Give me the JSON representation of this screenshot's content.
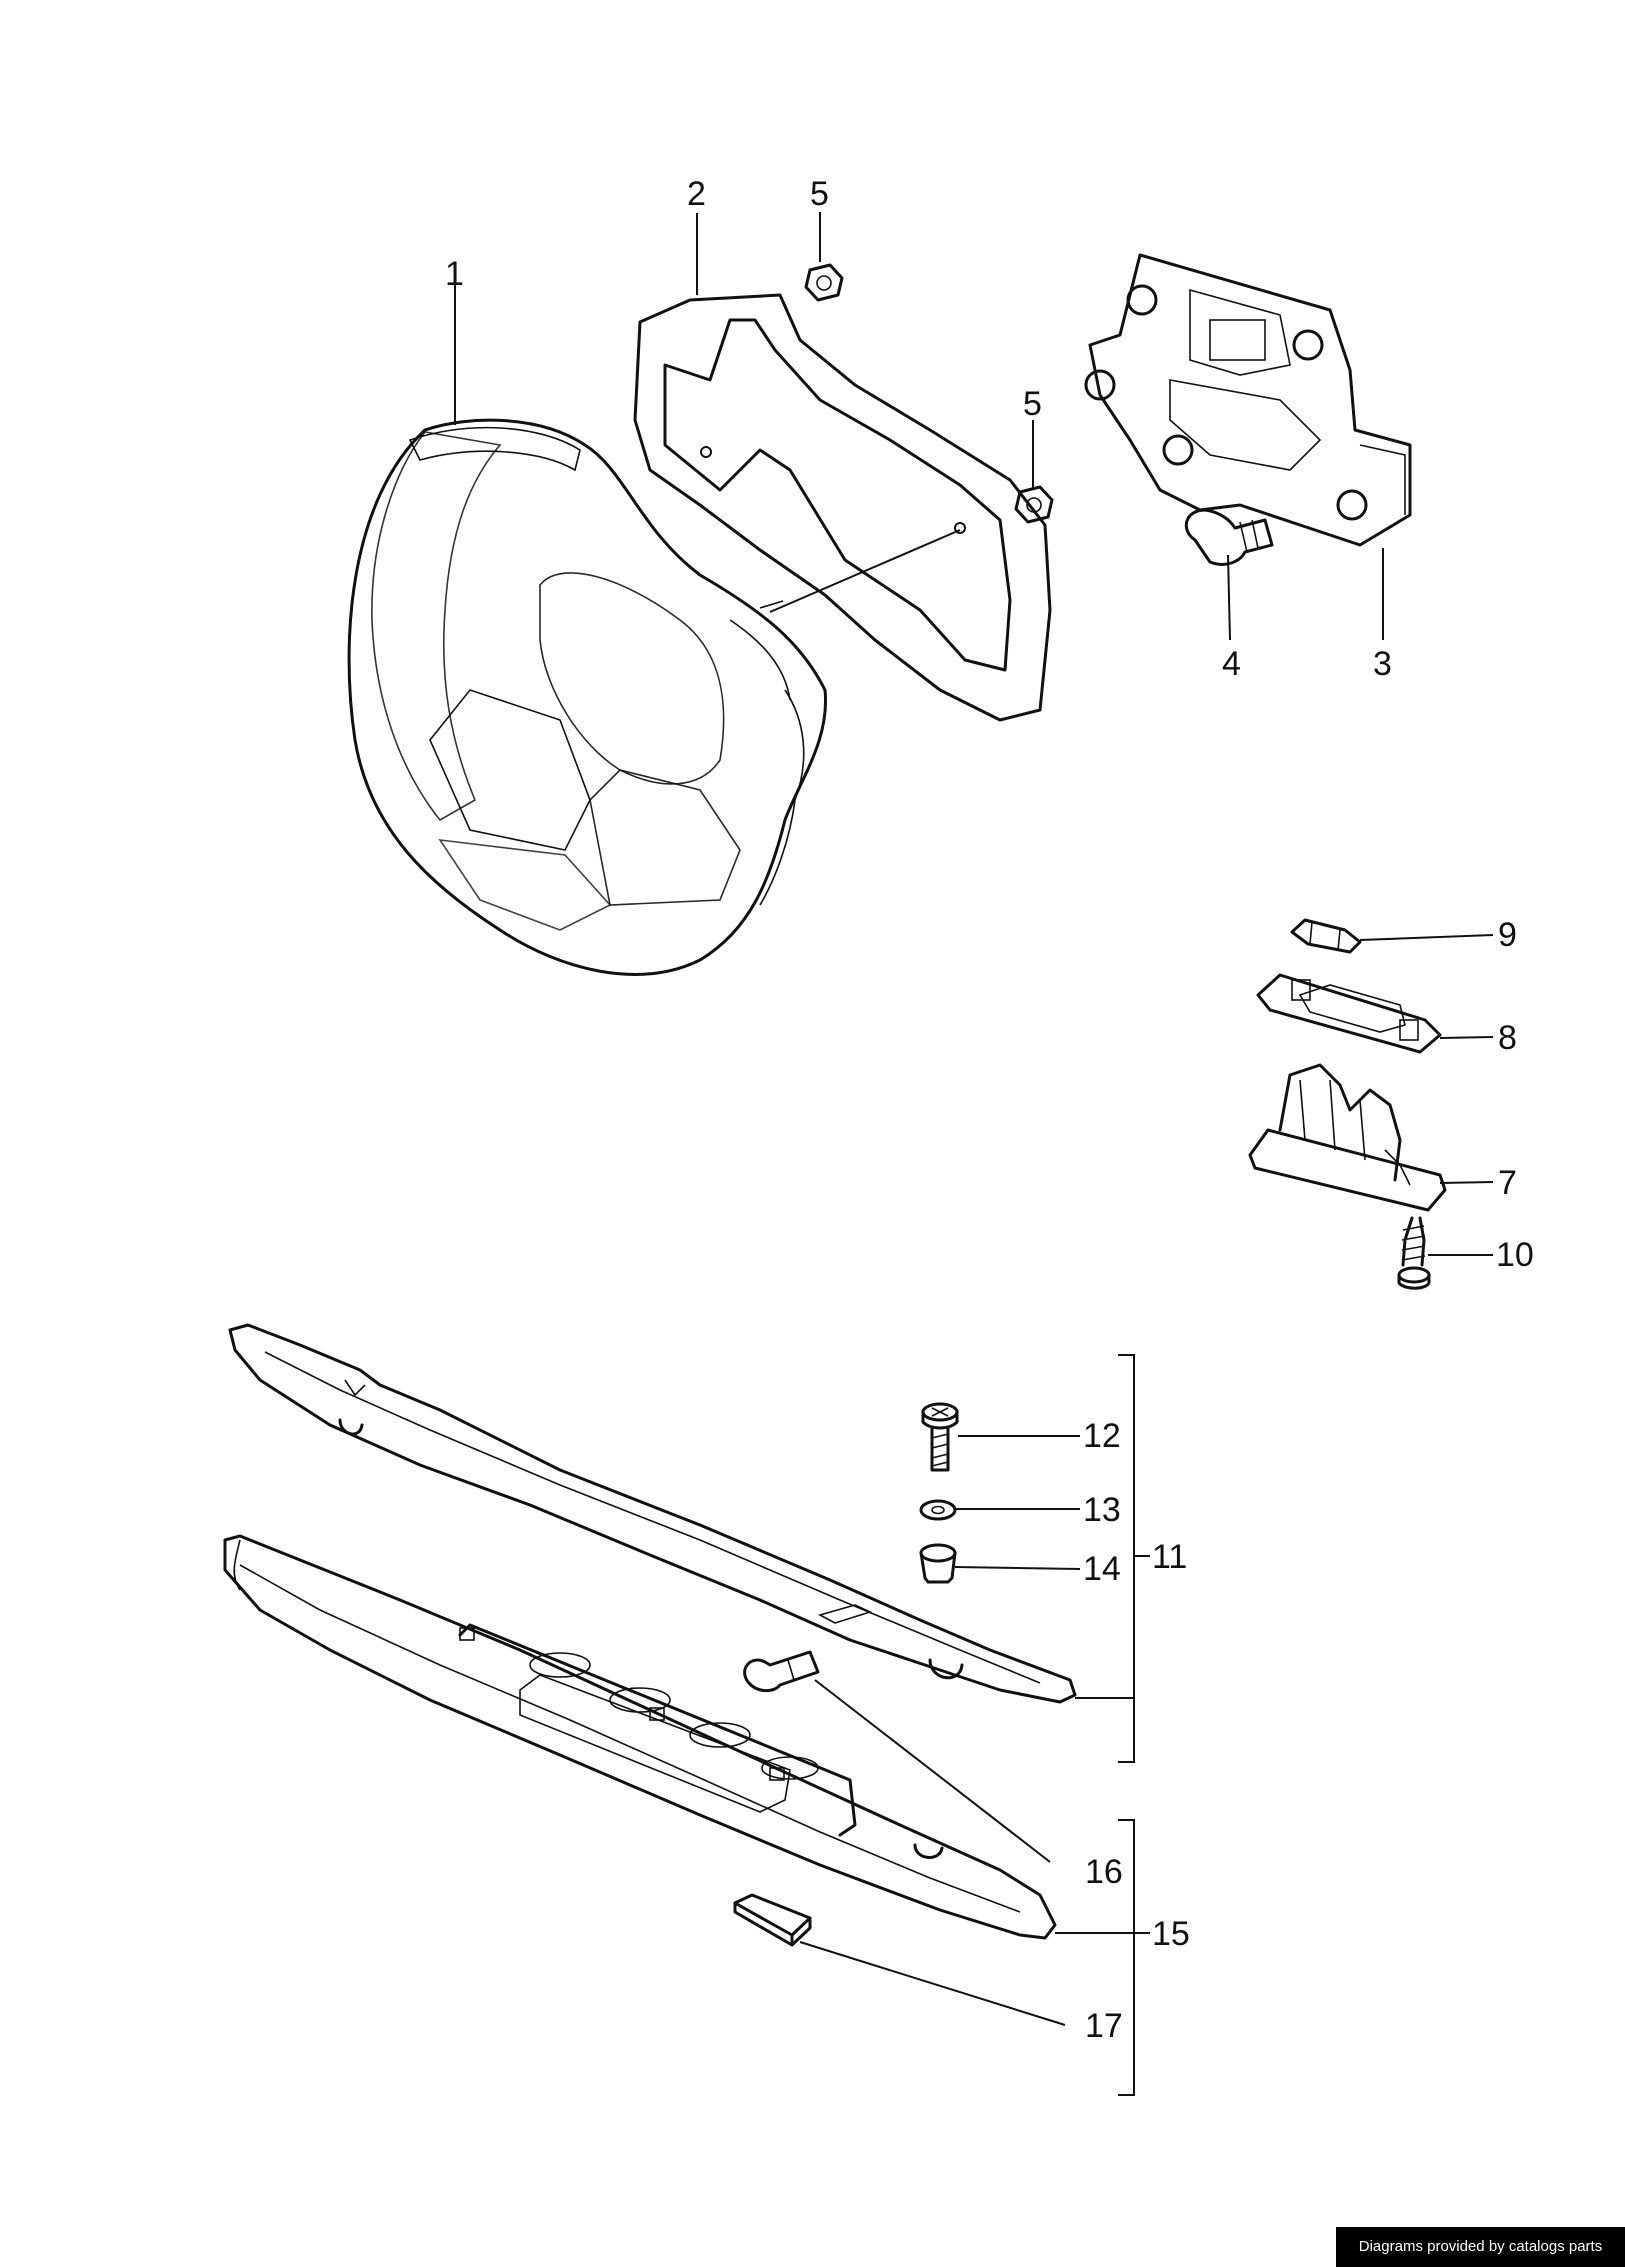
{
  "callouts": {
    "c1": "1",
    "c2": "2",
    "c3": "3",
    "c4": "4",
    "c5a": "5",
    "c5b": "5",
    "c7": "7",
    "c8": "8",
    "c9": "9",
    "c10": "10",
    "c11": "11",
    "c12": "12",
    "c13": "13",
    "c14": "14",
    "c15": "15",
    "c16": "16",
    "c17": "17"
  },
  "credit": "Diagrams provided by catalogs parts"
}
